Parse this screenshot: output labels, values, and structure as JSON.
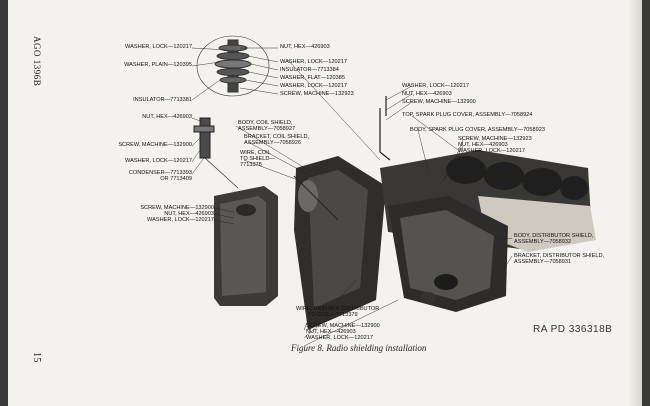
{
  "page": {
    "margin_header": "AGO 1396B",
    "page_number": "15",
    "figure_caption": "Figure 8.   Radio shielding installation",
    "figure_ref": "RA PD 336318B"
  },
  "callouts": {
    "c01": "WASHER, LOCK—120217",
    "c02": "WASHER, PLAIN—120395",
    "c03": "INSULATOR—7713381",
    "c04": "NUT, HEX—426903",
    "c05": "SCREW, MACHINE—132900",
    "c06": "WASHER, LOCK—120217",
    "c07": "CONDENSER—7713393",
    "c07b": "OR 7713409",
    "c08": "SCREW, MACHINE—132900",
    "c09": "NUT, HEX—426903",
    "c10": "WASHER, LOCK—120217",
    "c11": "NUT, HEX—426903",
    "c12": "WASHER, LOCK—120217",
    "c13": "INSULATOR—7713384",
    "c14": "WASHER, FLAT—120385",
    "c15": "WASHER, LOCK—120217",
    "c16": "SCREW, MACHINE—132923",
    "c17": "WASHER, LOCK—120217",
    "c18": "NUT, HEX—426903",
    "c19": "SCREW, MACHINE—132900",
    "c20": "TOP, SPARK PLUG COVER, ASSEMBLY—7058924",
    "c21": "BODY, SPARK PLUG COVER, ASSEMBLY—7058923",
    "c22": "SCREW, MACHINE—132923",
    "c23": "NUT, HEX—426903",
    "c24": "WASHER, LOCK—120217",
    "c25": "BODY, COIL SHIELD,",
    "c25b": "ASSEMBLY—7058927",
    "c26": "BRACKET, COIL SHIELD,",
    "c26b": "ASSEMBLY—7058926",
    "c27": "WIRE, COIL",
    "c27b": "TO SHIELD—",
    "c27c": "7713378",
    "c28": "BODY, DISTRIBUTOR SHIELD,",
    "c28b": "ASSEMBLY—7058932",
    "c29": "BRACKET, DISTRIBUTOR SHIELD,",
    "c29b": "ASSEMBLY—7058931",
    "c30": "WIRE, PRIMARY, DISTRIBUTOR",
    "c30b": "TO COIL—7713379",
    "c31": "SCREW, MACHINE—132900",
    "c32": "NUT, HEX—426903",
    "c33": "WASHER, LOCK—120217"
  }
}
